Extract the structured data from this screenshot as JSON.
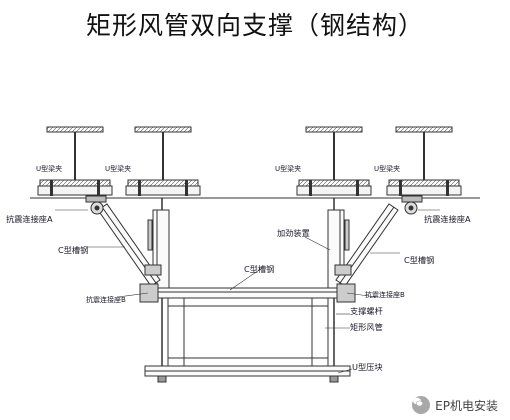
{
  "title": "矩形风管双向支撑（钢结构）",
  "labels": {
    "beam_clamp_1": "U型梁夹",
    "beam_clamp_2": "U型梁夹",
    "beam_clamp_3": "U型梁夹",
    "beam_clamp_4": "U型梁夹",
    "seismic_connector_a_left": "抗震连接座A",
    "seismic_connector_a_right": "抗震连接座A",
    "c_channel_left": "C型槽钢",
    "c_channel_right": "C型槽钢",
    "c_channel_center": "C型槽钢",
    "reinforcement_device": "加劲装置",
    "seismic_connector_b_left": "抗震连接座B",
    "seismic_connector_b_right": "抗震连接座B",
    "support_rod": "支撑螺杆",
    "rect_duct": "矩形风管",
    "u_clamp": "U型压块"
  },
  "watermark": "EP机电安装"
}
